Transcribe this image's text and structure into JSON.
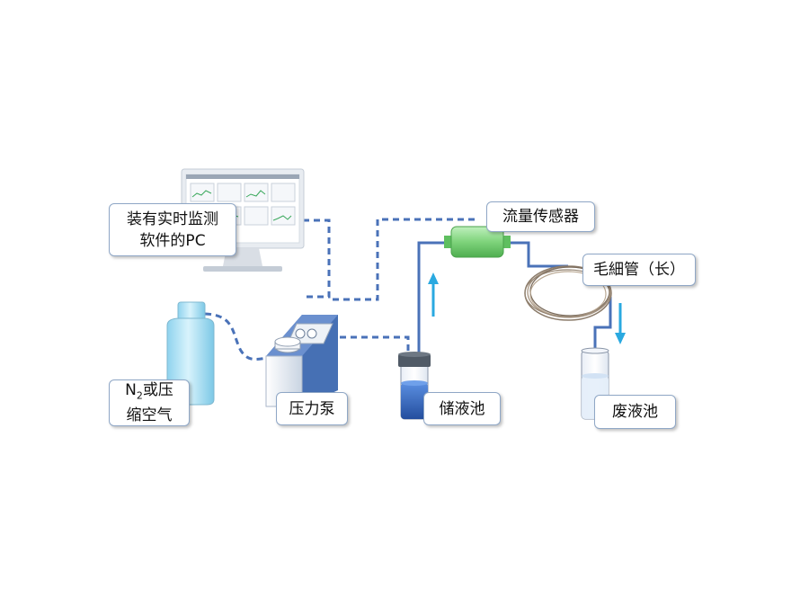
{
  "labels": {
    "pc_line1": "装有实时监测",
    "pc_line2": "软件的PC",
    "flow_sensor": "流量传感器",
    "capillary": "毛細管（长）",
    "gas_n": "N",
    "gas_sub": "2",
    "gas_rest": "或压",
    "gas_line2": "缩空气",
    "pump": "压力泵",
    "reservoir": "储液池",
    "waste": "废液池"
  },
  "colors": {
    "pipe": "#4a72b8",
    "arrow": "#2aa9e0",
    "pump_body": "#4670b4",
    "sensor": "#7ed37b",
    "gas_bottle": "#a8ddf2",
    "liquid": "#3a6fc4"
  }
}
